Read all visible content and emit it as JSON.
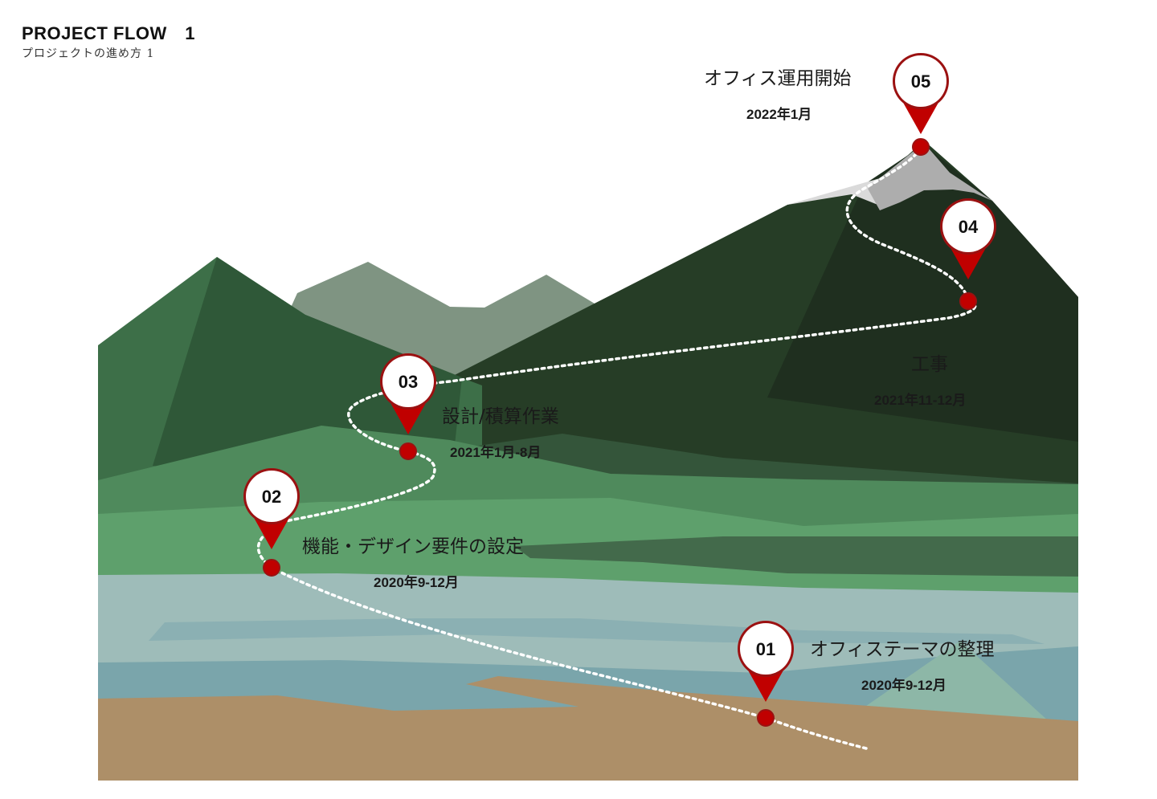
{
  "header": {
    "title": "PROJECT FLOW　1",
    "subtitle": "プロジェクトの進め方 1"
  },
  "colors": {
    "pin_red": "#c00000",
    "pin_ring": "#9b1111",
    "path_dots": "#ffffff",
    "ground": "#ad8f68",
    "water_light": "#9ebcb9",
    "water_dark": "#7aa5ab",
    "grass_light": "#5ea06c",
    "grass_mid": "#4f8a5c",
    "mountain_dark": "#243a24",
    "mountain_green": "#3b6e47",
    "mountain_gray": "#7f9482",
    "snow_light": "#d9d9d9",
    "snow_dark": "#ababab"
  },
  "steps": [
    {
      "number": "01",
      "label": "オフィステーマの整理",
      "date": "2020年9-12月"
    },
    {
      "number": "02",
      "label": "機能・デザイン要件の設定",
      "date": "2020年9-12月"
    },
    {
      "number": "03",
      "label": "設計/積算作業",
      "date": "2021年1月-8月"
    },
    {
      "number": "04",
      "label": "工事",
      "date": "2021年11-12月"
    },
    {
      "number": "05",
      "label": "オフィス運用開始",
      "date": "2022年1月"
    }
  ],
  "icons": {
    "pin": "map-pin-icon",
    "marker": "location-dot-icon"
  }
}
